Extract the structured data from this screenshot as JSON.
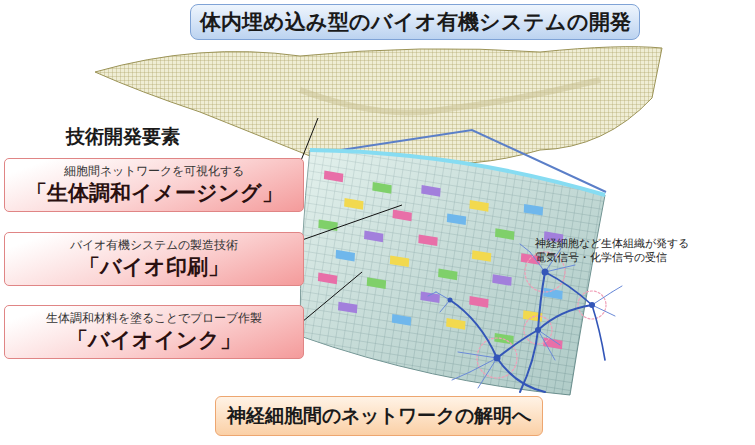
{
  "diagram": {
    "title": "体内埋め込み型のバイオ有機システムの開発",
    "nodes": [
      {
        "text": [
          "細胞間ネットワークを可視化する",
          "「生体調和イメージング」"
        ]
      },
      {
        "text": [
          "バイオ有機システムの製造技術",
          "「バイオ印刷」"
        ]
      },
      {
        "text": [
          "生体調和材料を塗ることでプローブ作製",
          "「バイオインク」"
        ]
      },
      {
        "text": [
          "神経細胞間のネットワークの解明へ"
        ]
      }
    ],
    "labels": [
      "技術開発要素",
      "神経細胞など生体組織が発する 電気信号・化学信号の受信"
    ]
  }
}
